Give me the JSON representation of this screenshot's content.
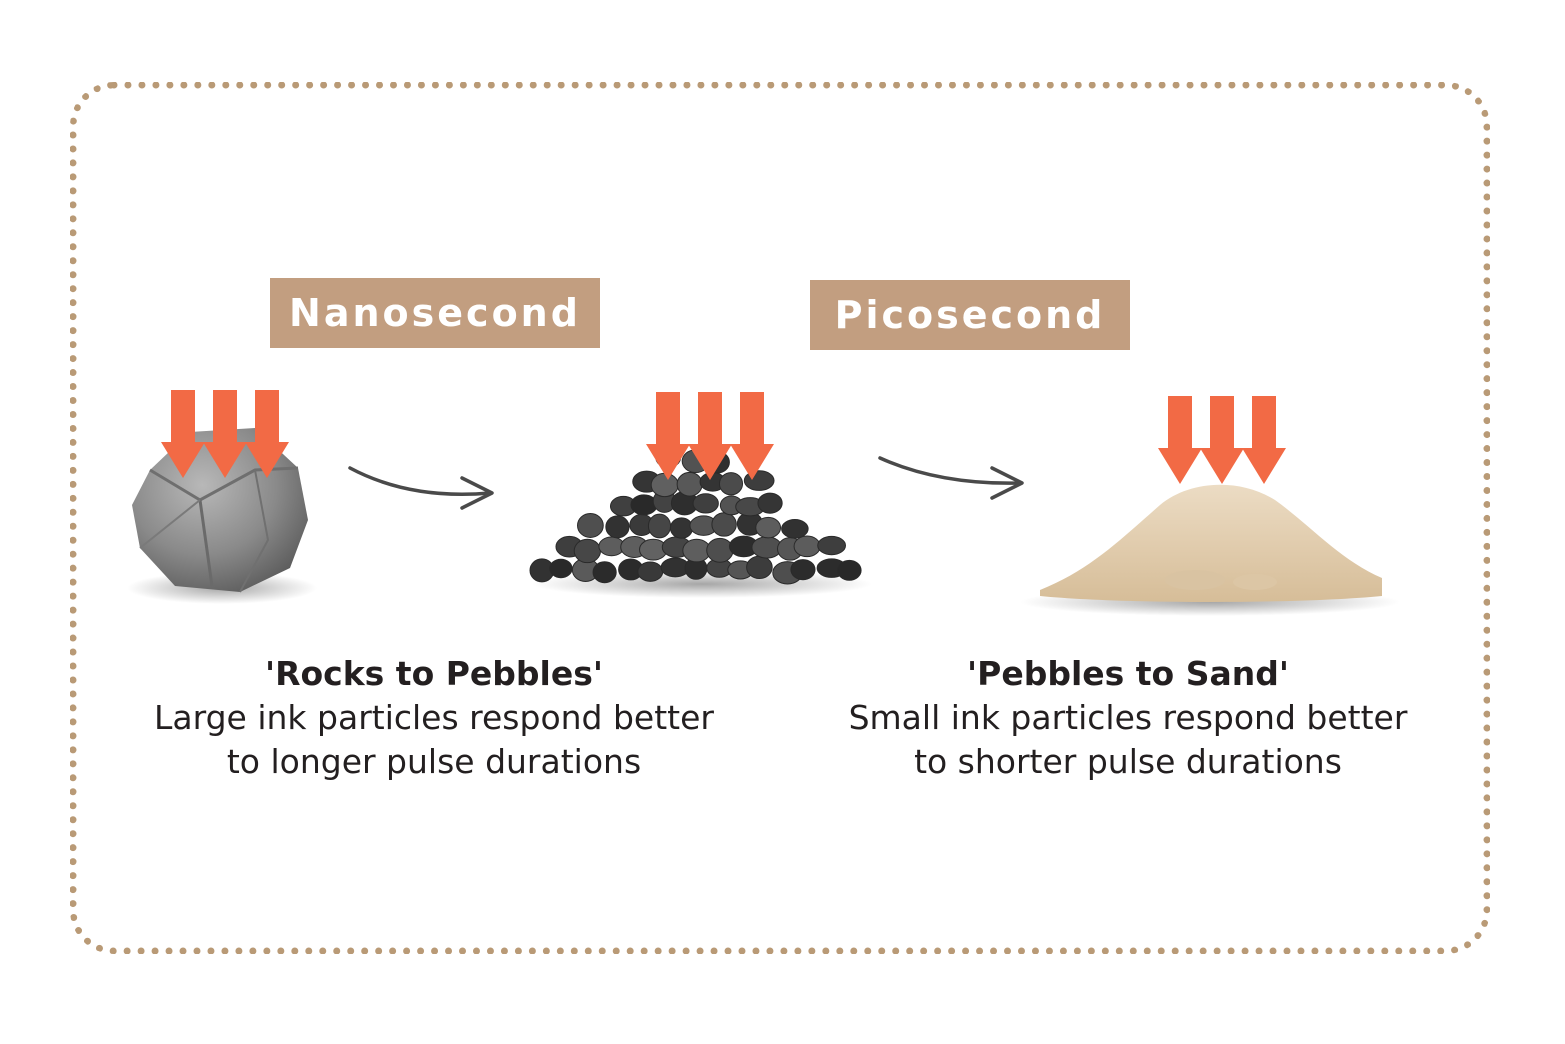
{
  "labels": {
    "nanosecond": "Nanosecond",
    "picosecond": "Picosecond"
  },
  "captions": {
    "left": {
      "title": "'Rocks to Pebbles'",
      "line1": "Large ink particles respond better",
      "line2": "to longer pulse durations"
    },
    "right": {
      "title": "'Pebbles to Sand'",
      "line1": "Small ink particles respond better",
      "line2": "to shorter pulse durations"
    }
  },
  "colors": {
    "frame_border": "#b99a76",
    "label_background": "#c29e80",
    "pulse_arrow": "#f26a45",
    "flow_arrow": "#4a4a4a",
    "rock": "#8a8a8a",
    "pebbles": "#3c3c3c",
    "sand": "#e2cdb0"
  },
  "icons": [
    "laser-pulse-arrow",
    "process-arrow",
    "rock-icon",
    "pebbles-icon",
    "sand-pile-icon"
  ]
}
